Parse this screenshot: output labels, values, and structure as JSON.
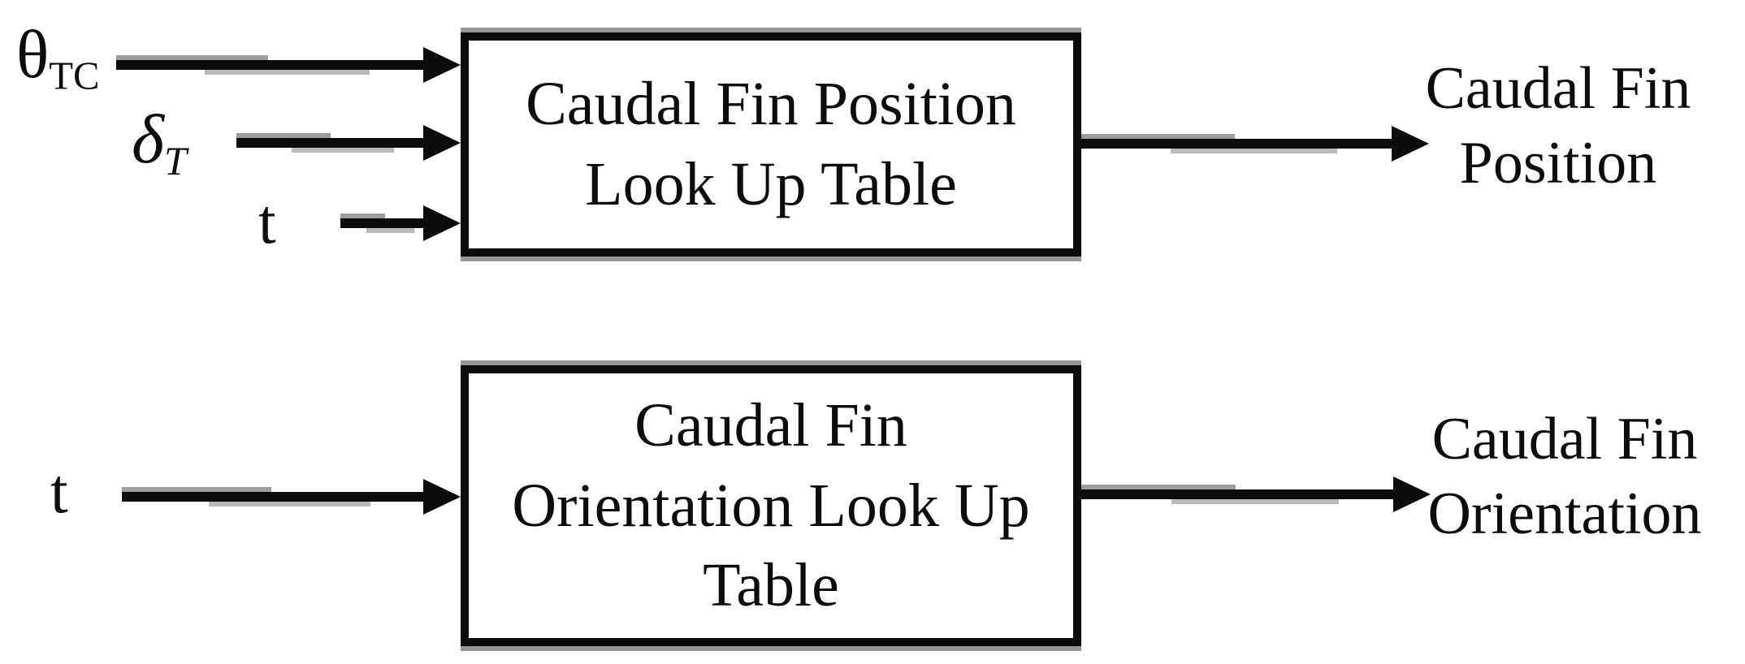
{
  "colors": {
    "background": "#ffffff",
    "ink": "#0c0c0c",
    "halo_grey": "#9d9d9d"
  },
  "top_flow": {
    "inputs": [
      {
        "symbol": "θ",
        "subscript": "TC"
      },
      {
        "symbol": "δ",
        "subscript": "T"
      },
      {
        "symbol": "t",
        "subscript": ""
      }
    ],
    "block": {
      "line1": "Caudal Fin Position",
      "line2": "Look Up Table"
    },
    "output": {
      "line1": "Caudal Fin",
      "line2": "Position"
    }
  },
  "bottom_flow": {
    "input": {
      "symbol": "t",
      "subscript": ""
    },
    "block": {
      "line1": "Caudal Fin",
      "line2": "Orientation Look Up",
      "line3": "Table"
    },
    "output": {
      "line1": "Caudal Fin",
      "line2": "Orientation"
    }
  }
}
